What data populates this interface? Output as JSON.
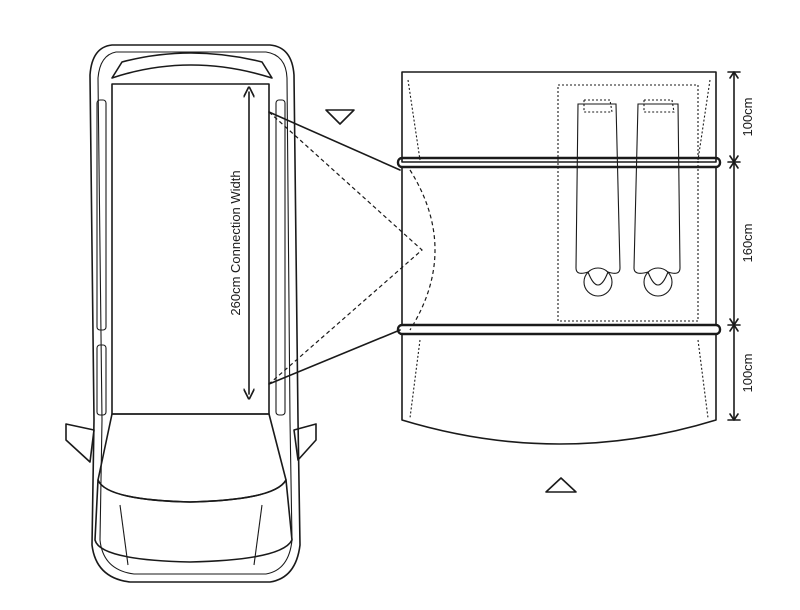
{
  "labels": {
    "connection_width": "260cm Connection Width",
    "dim_top": "100cm",
    "dim_middle": "160cm",
    "dim_bottom": "100cm"
  },
  "colors": {
    "stroke": "#1a1a1a",
    "background": "#ffffff"
  }
}
